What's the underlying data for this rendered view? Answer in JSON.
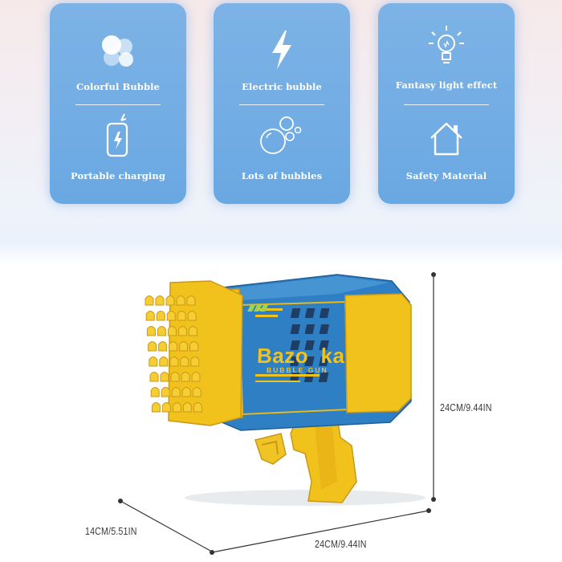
{
  "features": [
    {
      "label": "Colorful Bubble",
      "icon": "bubbles-icon"
    },
    {
      "label": "Portable charging",
      "icon": "phone-battery-icon"
    },
    {
      "label": "Electric bubble",
      "icon": "lightning-icon"
    },
    {
      "label": "Lots of bubbles",
      "icon": "soap-bubbles-icon"
    },
    {
      "label": "Fantasy light effect",
      "icon": "lightbulb-icon"
    },
    {
      "label": "Safety Material",
      "icon": "house-icon"
    }
  ],
  "product": {
    "brand": "Bazo  ka",
    "subtitle": "BUBBLE GUN"
  },
  "dimensions": {
    "height": "24CM/9.44IN",
    "length": "24CM/9.44IN",
    "depth": "14CM/5.51IN"
  },
  "colors": {
    "card_blue": "#72aee4",
    "gun_blue": "#2f7fc4",
    "gun_yellow": "#f2c21c"
  }
}
